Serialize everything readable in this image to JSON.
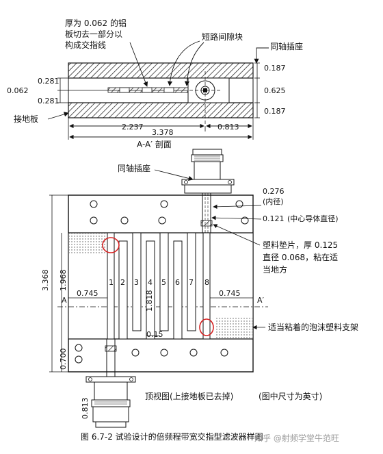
{
  "section_view": {
    "label_aluminum": [
      "厚为 0.062 的铝",
      "板切去一部分以",
      "构成交指线"
    ],
    "label_short_block": "短路间隙块",
    "label_coax_top": "同轴插座",
    "label_ground": "接地板",
    "dims": {
      "left_top": "0.281",
      "left_bottom": "0.281",
      "left_total": "0.062",
      "right_top": "0.187",
      "right_mid": "0.625",
      "right_bottom": "0.187",
      "bottom_a": "2.237",
      "bottom_b": "0.813",
      "bottom_total": "3.378"
    },
    "section_title": "A-A′ 剖面"
  },
  "top_view": {
    "label_coax": "同轴插座",
    "inner_dim": "0.276",
    "inner_label": "(内径)",
    "conductor_dim": "0.121",
    "conductor_label": "(中心导体直径)",
    "spacer": [
      "塑料垫片，厚 0.125",
      "直径 0.068，粘在适",
      "当地方"
    ],
    "foam": "适当粘着的泡沫塑料支架",
    "resonators": [
      "1",
      "2",
      "3",
      "4",
      "5",
      "6",
      "7",
      "8"
    ],
    "dims": {
      "overall_height": "3.368",
      "inner_height": "1.968",
      "left_offset": "0.745",
      "right_offset": "0.745",
      "finger_len": "1.818",
      "gap": "0.15",
      "bottom_offset": "0.700",
      "coax_offset": "0.813"
    },
    "section_marks": [
      "A",
      "A′"
    ],
    "caption_view": "顶视图(上接地板已去掉)",
    "caption_units": "(图中尺寸为英寸)"
  },
  "figure_caption": "图 6.7-2   试验设计的倍频程带宽交指型滤波器样图",
  "watermark": "知乎 @射频学堂牛范旺"
}
